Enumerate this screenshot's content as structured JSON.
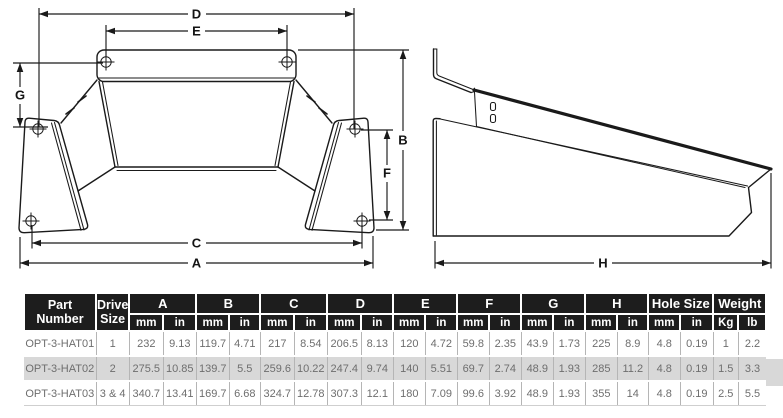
{
  "drawing": {
    "dimension_labels": {
      "A": "A",
      "B": "B",
      "C": "C",
      "D": "D",
      "E": "E",
      "F": "F",
      "G": "G",
      "H": "H"
    }
  },
  "colors": {
    "header_bg": "#1d1d1d",
    "header_text": "#ffffff",
    "alt_row_bg": "#d8d8d8",
    "body_text": "#6e6e6e",
    "line_color": "#1a1a1a"
  },
  "table": {
    "columns": [
      {
        "label": "Part Number"
      },
      {
        "label": "Drive Size"
      },
      {
        "label": "A",
        "units": [
          "mm",
          "in"
        ]
      },
      {
        "label": "B",
        "units": [
          "mm",
          "in"
        ]
      },
      {
        "label": "C",
        "units": [
          "mm",
          "in"
        ]
      },
      {
        "label": "D",
        "units": [
          "mm",
          "in"
        ]
      },
      {
        "label": "E",
        "units": [
          "mm",
          "in"
        ]
      },
      {
        "label": "F",
        "units": [
          "mm",
          "in"
        ]
      },
      {
        "label": "G",
        "units": [
          "mm",
          "in"
        ]
      },
      {
        "label": "H",
        "units": [
          "mm",
          "in"
        ]
      },
      {
        "label": "Hole Size",
        "units": [
          "mm",
          "in"
        ]
      },
      {
        "label": "Weight",
        "units": [
          "Kg",
          "lb"
        ]
      }
    ],
    "rows": [
      {
        "part_number": "OPT-3-HAT01",
        "drive_size": "1",
        "values": [
          "232",
          "9.13",
          "119.7",
          "4.71",
          "217",
          "8.54",
          "206.5",
          "8.13",
          "120",
          "4.72",
          "59.8",
          "2.35",
          "43.9",
          "1.73",
          "225",
          "8.9",
          "4.8",
          "0.19",
          "1",
          "2.2"
        ]
      },
      {
        "part_number": "OPT-3-HAT02",
        "drive_size": "2",
        "values": [
          "275.5",
          "10.85",
          "139.7",
          "5.5",
          "259.6",
          "10.22",
          "247.4",
          "9.74",
          "140",
          "5.51",
          "69.7",
          "2.74",
          "48.9",
          "1.93",
          "285",
          "11.2",
          "4.8",
          "0.19",
          "1.5",
          "3.3"
        ]
      },
      {
        "part_number": "OPT-3-HAT03",
        "drive_size": "3 & 4",
        "values": [
          "340.7",
          "13.41",
          "169.7",
          "6.68",
          "324.7",
          "12.78",
          "307.3",
          "12.1",
          "180",
          "7.09",
          "99.6",
          "3.92",
          "48.9",
          "1.93",
          "355",
          "14",
          "4.8",
          "0.19",
          "2.5",
          "5.5"
        ]
      }
    ]
  }
}
